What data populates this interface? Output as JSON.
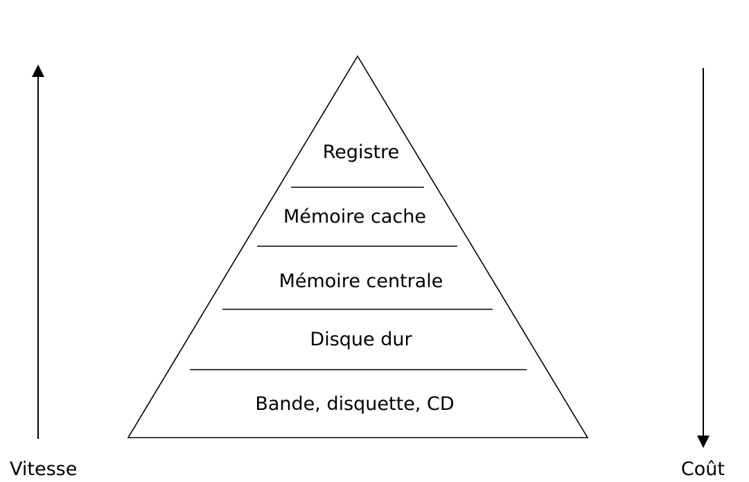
{
  "diagram": {
    "tiers": [
      {
        "label": "Registre"
      },
      {
        "label": "Mémoire cache"
      },
      {
        "label": "Mémoire centrale"
      },
      {
        "label": "Disque dur"
      },
      {
        "label": "Bande, disquette, CD"
      }
    ],
    "left_axis": {
      "label": "Vitesse",
      "direction": "up"
    },
    "right_axis": {
      "label": "Coût",
      "direction": "down"
    }
  },
  "colors": {
    "ink": "#000000",
    "background": "#ffffff"
  }
}
